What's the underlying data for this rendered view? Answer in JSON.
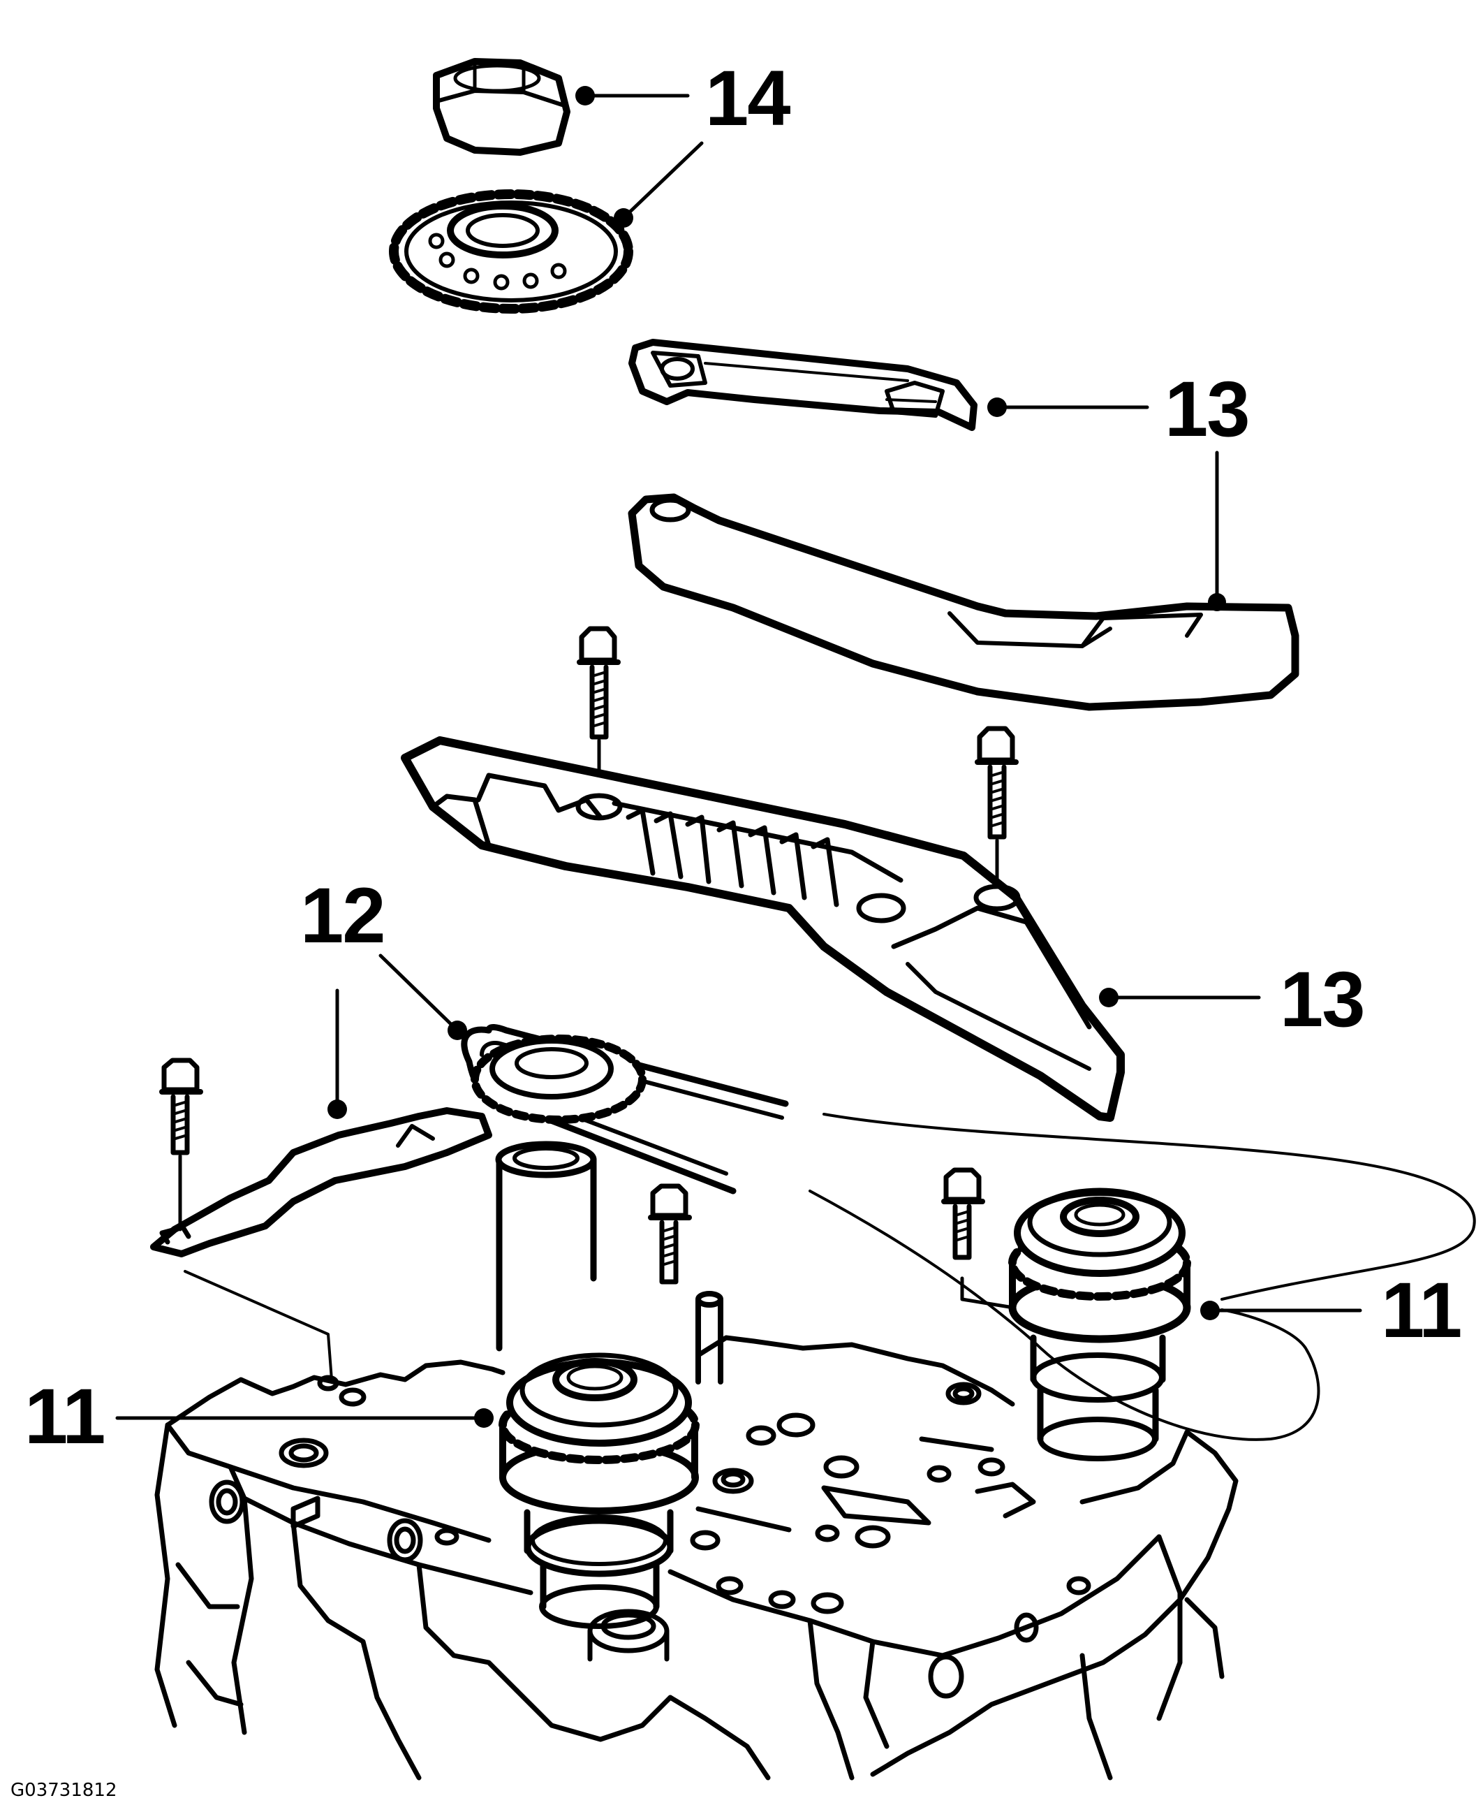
{
  "callouts": {
    "c14": "14",
    "c13_upper": "13",
    "c13_lower": "13",
    "c12": "12",
    "c11_left": "11",
    "c11_right": "11"
  },
  "figure_id": "G03731812",
  "colors": {
    "ink": "#000000",
    "paper": "#ffffff"
  }
}
